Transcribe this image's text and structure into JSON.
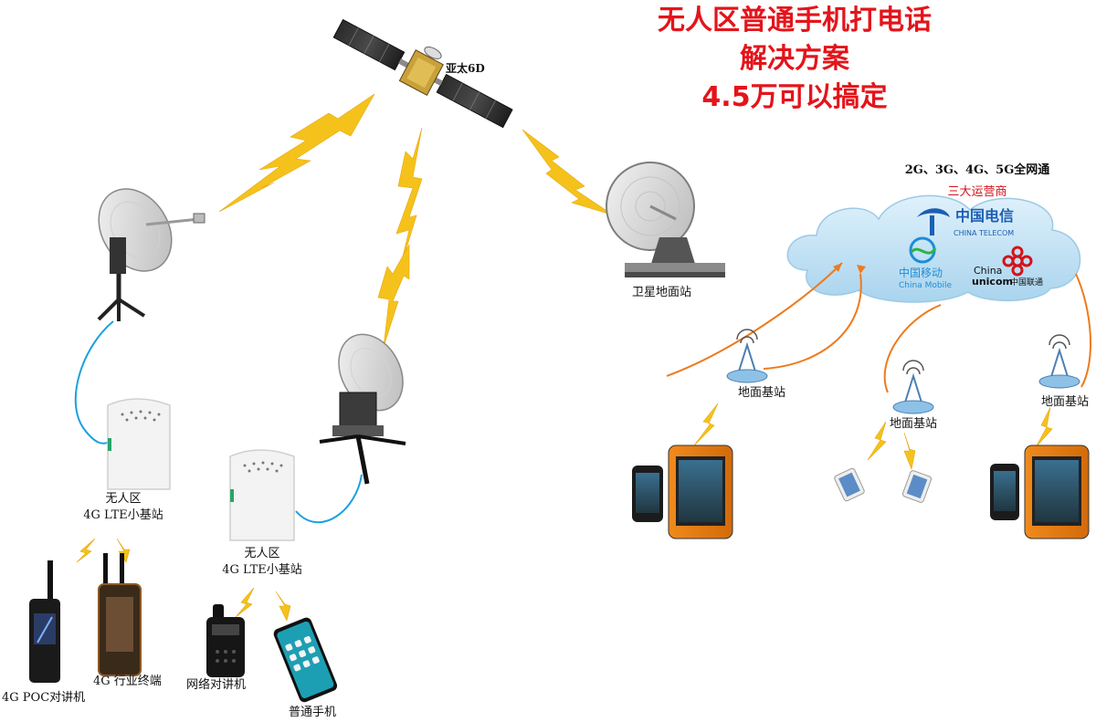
{
  "title": {
    "line1": "无人区普通手机打电话",
    "line2": "解决方案",
    "line3": "4.5万可以搞定"
  },
  "satellite": {
    "label": "亚太6D"
  },
  "ground_station": {
    "label": "卫星地面站"
  },
  "network": {
    "coverage": "2G、3G、4G、5G全网通",
    "operators_label": "三大运营商",
    "telecom": {
      "cn": "中国电信",
      "en": "CHINA TELECOM"
    },
    "mobile": {
      "cn": "中国移动",
      "en": "China Mobile"
    },
    "unicom": {
      "en1": "China",
      "en2": "unicom",
      "cn": "中国联通"
    }
  },
  "base_stations": [
    "地面基站",
    "地面基站",
    "地面基站"
  ],
  "small_cell_left": {
    "line1": "无人区",
    "line2": "4G LTE小基站"
  },
  "small_cell_mid": {
    "line1": "无人区",
    "line2": "4G LTE小基站"
  },
  "devices": {
    "poc": "4G POC对讲机",
    "industry": "4G 行业终端",
    "walkie": "网络对讲机",
    "phone": "普通手机"
  },
  "colors": {
    "title": "#e4141b",
    "lightning": "#f5c21b",
    "cable": "#1aa0e0",
    "link": "#ee7a1c"
  },
  "icons": [
    "satellite-icon",
    "dish-icon",
    "ground-station-icon",
    "cloud-icon",
    "tower-icon",
    "router-icon",
    "phone-icon",
    "walkie-talkie-icon"
  ]
}
